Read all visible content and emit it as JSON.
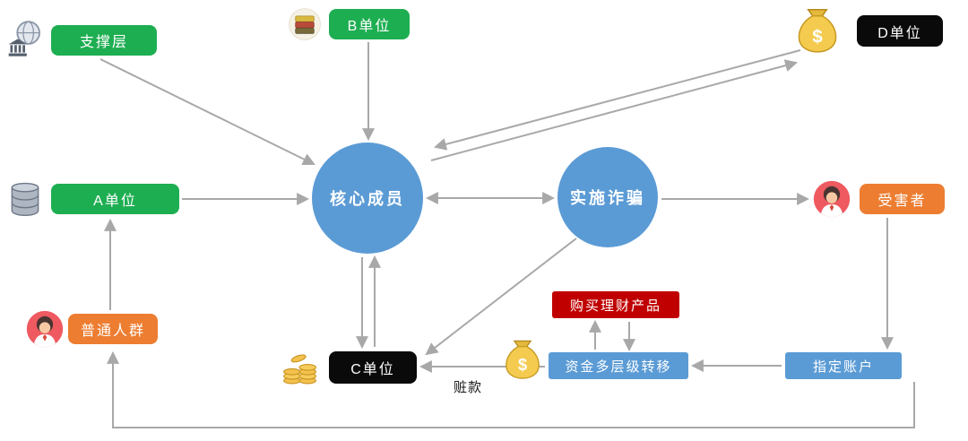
{
  "diagram": {
    "nodes": {
      "support_layer": "支撑层",
      "unit_b": "B单位",
      "unit_d": "D单位",
      "unit_a": "A单位",
      "core_members": "核心成员",
      "commit_fraud": "实施诈骗",
      "victim": "受害者",
      "ordinary_people": "普通人群",
      "unit_c": "C单位",
      "buy_wealth_product": "购买理财产品",
      "fund_multilevel_transfer": "资金多层级转移",
      "designated_account": "指定账户",
      "stolen_money": "赃款"
    },
    "icons": {
      "support_layer": "globe-bank-icon",
      "unit_b": "credit-cards-icon",
      "unit_d": "money-bag-icon",
      "unit_a": "database-icon",
      "victim": "woman-avatar-icon",
      "ordinary_people": "woman-avatar-icon",
      "unit_c": "gold-coins-icon",
      "fund_multilevel_transfer": "money-bag-icon"
    }
  },
  "colors": {
    "green": "#1EAE52",
    "orange": "#ED7D31",
    "blue_node": "#5B9BD5",
    "red": "#C00000",
    "black_node": "#0A0A0A",
    "arrow": "#A8A8A8",
    "text_light": "#FFFFFF",
    "text_dark": "#1A1A1A"
  }
}
